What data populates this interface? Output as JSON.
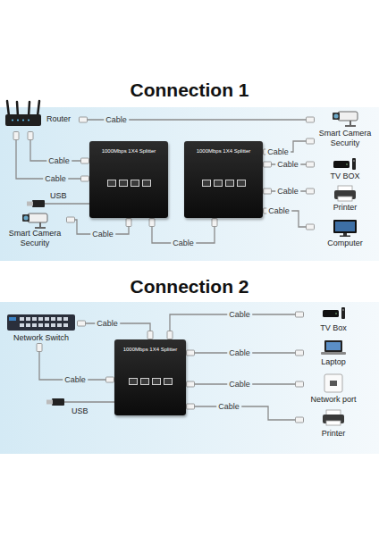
{
  "diagram": {
    "nodes": [
      {
        "text": [
          "Router"
        ]
      },
      {
        "text": [
          "1000Mbps 1X4 Splitter"
        ]
      },
      {
        "text": [
          "1000Mbps 1X4 Splitter"
        ]
      },
      {
        "text": [
          "Smart Camera Security"
        ]
      },
      {
        "text": [
          "TV BOX"
        ]
      },
      {
        "text": [
          "Printer"
        ]
      },
      {
        "text": [
          "Computer"
        ]
      },
      {
        "text": [
          "Smart Camera Security"
        ]
      },
      {
        "text": [
          "Network Switch"
        ]
      },
      {
        "text": [
          "1000Mbps 1X4 Splitter"
        ]
      },
      {
        "text": [
          "TV Box"
        ]
      },
      {
        "text": [
          "Laptop"
        ]
      },
      {
        "text": [
          "Network port"
        ]
      },
      {
        "text": [
          "Printer"
        ]
      }
    ],
    "edges": [
      {
        "from": 0,
        "to": 3,
        "label": "Cable",
        "arrow": "none"
      },
      {
        "from": 0,
        "to": 1,
        "label": "Cable",
        "arrow": "none"
      },
      {
        "from": 0,
        "to": 1,
        "label": "Cable",
        "arrow": "none"
      },
      {
        "from": 7,
        "to": 1,
        "label": "Cable",
        "arrow": "none"
      },
      {
        "from": 1,
        "to": 2,
        "label": "Cable",
        "arrow": "none"
      },
      {
        "from": 2,
        "to": 3,
        "label": "Cable",
        "arrow": "none"
      },
      {
        "from": 2,
        "to": 4,
        "label": "Cable",
        "arrow": "none"
      },
      {
        "from": 2,
        "to": 5,
        "label": "Cable",
        "arrow": "none"
      },
      {
        "from": 2,
        "to": 6,
        "label": "Cable",
        "arrow": "none"
      },
      {
        "from": 8,
        "to": 9,
        "label": "Cable",
        "arrow": "none"
      },
      {
        "from": 8,
        "to": 9,
        "label": "Cable",
        "arrow": "none"
      },
      {
        "from": 9,
        "to": 10,
        "label": "Cable",
        "arrow": "none"
      },
      {
        "from": 9,
        "to": 11,
        "label": "Cable",
        "arrow": "none"
      },
      {
        "from": 9,
        "to": 12,
        "label": "Cable",
        "arrow": "none"
      },
      {
        "from": 9,
        "to": 13,
        "label": "Cable",
        "arrow": "none"
      }
    ],
    "labels": [
      "Connection 1",
      "USB",
      "Connection 2",
      "USB"
    ]
  }
}
